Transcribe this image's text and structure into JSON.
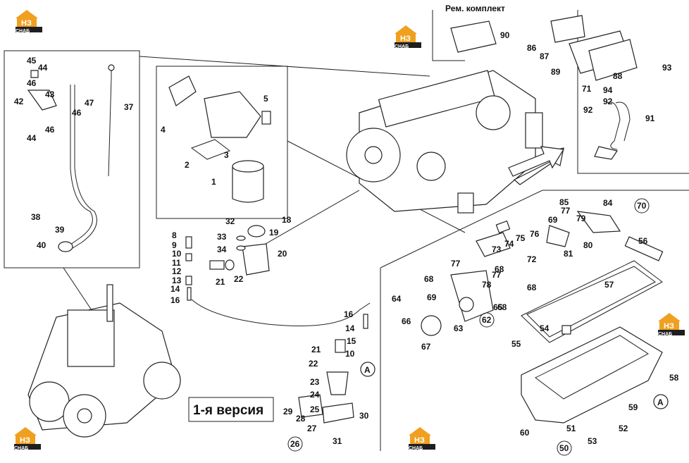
{
  "title": "Рем. комплект",
  "version_label": "1-я версия",
  "logo": {
    "mark": "НЗ",
    "sub": "СНАБ"
  },
  "callouts": [
    "A"
  ],
  "labels": [
    "1",
    "2",
    "3",
    "4",
    "5",
    "8",
    "9",
    "10",
    "11",
    "12",
    "13",
    "14",
    "16",
    "18",
    "19",
    "20",
    "21",
    "22",
    "32",
    "33",
    "34",
    "37",
    "38",
    "39",
    "40",
    "42",
    "43",
    "44",
    "44",
    "45",
    "46",
    "46",
    "46",
    "47",
    "16",
    "14",
    "15",
    "10",
    "21",
    "22",
    "23",
    "24",
    "25",
    "26",
    "27",
    "28",
    "29",
    "30",
    "31",
    "50",
    "51",
    "52",
    "53",
    "54",
    "55",
    "56",
    "57",
    "58",
    "59",
    "60",
    "62",
    "63",
    "64",
    "65",
    "66",
    "67",
    "68",
    "68",
    "68",
    "68",
    "69",
    "69",
    "70",
    "71",
    "72",
    "73",
    "74",
    "75",
    "76",
    "77",
    "77",
    "77",
    "78",
    "79",
    "80",
    "81",
    "84",
    "85",
    "86",
    "87",
    "88",
    "89",
    "90",
    "91",
    "92",
    "92",
    "93",
    "94"
  ],
  "colors": {
    "logo_orange": "#f0a020",
    "logo_dark": "#1e1e1e"
  }
}
